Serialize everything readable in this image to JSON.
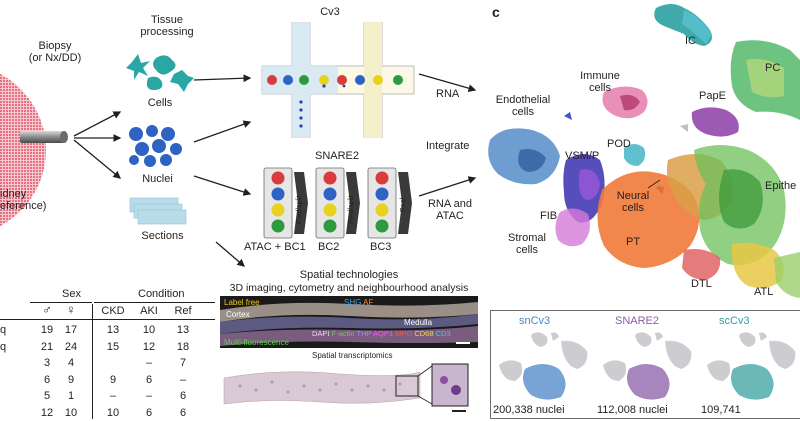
{
  "workflow": {
    "biopsy_line1": "Biopsy",
    "biopsy_line2": "(or Nx/DD)",
    "kidney_line1": "idney",
    "kidney_line2": "eference)",
    "tissue_line1": "Tissue",
    "tissue_line2": "processing",
    "cells": "Cells",
    "nuclei": "Nuclei",
    "sections": "Sections",
    "cv3": "Cv3",
    "rna": "RNA",
    "integrate": "Integrate",
    "rna_atac_line1": "RNA and",
    "rna_atac_line2": "ATAC",
    "snare2": "SNARE2",
    "pool_split_1": "Pool/split",
    "pool_split_2": "Pool/split",
    "pool": "Pool",
    "atac_bc1": "ATAC + BC1",
    "bc2": "BC2",
    "bc3": "BC3"
  },
  "spatial": {
    "title": "Spatial technologies",
    "subtitle": "3D imaging, cytometry and neighbourhood analysis",
    "label_free": "Label free",
    "shg": "SHG",
    "af": "AF",
    "cortex": "Cortex",
    "medulla": "Medulla",
    "multi_fluorescence": "Multi-fluorescence",
    "dapi": "DAPI",
    "f_actin": "F-actin",
    "thp": "THP",
    "aqp1": "AQP1",
    "mpo": "MPO",
    "cd68": "CD68",
    "cd3": "CD3",
    "transcriptomics": "Spatial transcriptomics",
    "colors": {
      "label_free": "#f0c419",
      "shg": "#4aa3df",
      "af": "#f08a3a",
      "multi": "#5bd24a",
      "f_actin": "#5bd24a",
      "thp": "#8f8fff",
      "aqp1": "#ff55ff",
      "mpo": "#ff5050",
      "cd68": "#ffd23f",
      "cd3": "#35c8ff"
    }
  },
  "table": {
    "group_sex": "Sex",
    "group_condition": "Condition",
    "col_male": "♂",
    "col_female": "♀",
    "col_ckd": "CKD",
    "col_aki": "AKI",
    "col_ref": "Ref",
    "rows": [
      {
        "stub": "q",
        "male": "19",
        "female": "17",
        "ckd": "13",
        "aki": "10",
        "ref": "13"
      },
      {
        "stub": "q",
        "male": "21",
        "female": "24",
        "ckd": "15",
        "aki": "12",
        "ref": "18"
      },
      {
        "stub": "",
        "male": "3",
        "female": "4",
        "ckd": "",
        "aki": "–",
        "ref": "7"
      },
      {
        "stub": "",
        "male": "6",
        "female": "9",
        "ckd": "9",
        "aki": "6",
        "ref": "–"
      },
      {
        "stub": "",
        "male": "5",
        "female": "1",
        "ckd": "–",
        "aki": "–",
        "ref": "6"
      },
      {
        "stub": "",
        "male": "12",
        "female": "10",
        "ckd": "10",
        "aki": "6",
        "ref": "6"
      }
    ]
  },
  "umap": {
    "panel_letter": "c",
    "labels": {
      "ic": "IC",
      "pc": "PC",
      "immune_line1": "Immune",
      "immune_line2": "cells",
      "endothelial_line1": "Endothelial",
      "endothelial_line2": "cells",
      "pape": "PapE",
      "pod": "POD",
      "vsmp": "VSM/P",
      "neural_line1": "Neural",
      "neural_line2": "cells",
      "epithe": "Epithe",
      "fib": "FIB",
      "stromal_line1": "Stromal",
      "stromal_line2": "cells",
      "pt": "PT",
      "dtl": "DTL",
      "atl": "ATL"
    }
  },
  "mini_umaps": [
    {
      "name": "snCv3",
      "count": "200,338 nuclei",
      "color": "#4a86c5"
    },
    {
      "name": "SNARE2",
      "count": "112,008 nuclei",
      "color": "#8a5da8"
    },
    {
      "name": "scCv3",
      "count": "109,741",
      "color": "#3aa0a0"
    }
  ]
}
